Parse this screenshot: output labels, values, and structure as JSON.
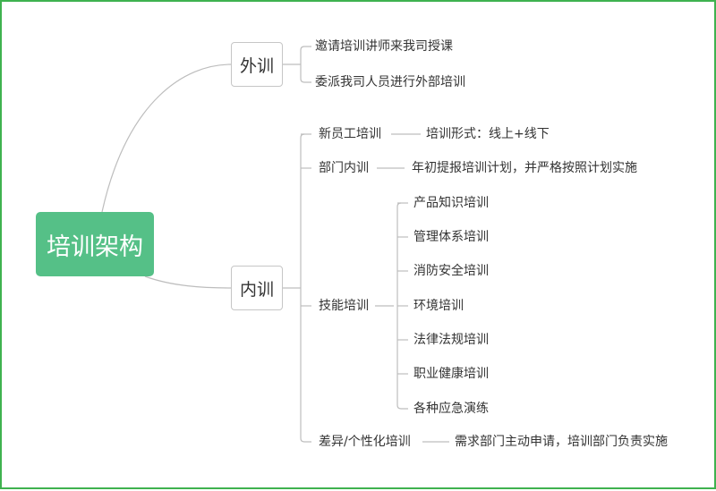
{
  "root": {
    "label": "培训架构"
  },
  "external": {
    "label": "外训",
    "items": [
      "邀请培训讲师来我司授课",
      "委派我司人员进行外部培训"
    ]
  },
  "internal": {
    "label": "内训",
    "new_staff": {
      "label": "新员工培训",
      "detail": "培训形式：线上+线下"
    },
    "dept": {
      "label": "部门内训",
      "detail": "年初提报培训计划，并严格按照计划实施"
    },
    "skills": {
      "label": "技能培训",
      "items": [
        "产品知识培训",
        "管理体系培训",
        "消防安全培训",
        "环境培训",
        "法律法规培训",
        "职业健康培训",
        "各种应急演练"
      ]
    },
    "custom": {
      "label": "差异/个性化培训",
      "detail": "需求部门主动申请，培训部门负责实施"
    }
  },
  "colors": {
    "root_fill": "#55c087",
    "frame": "#3fb24f",
    "connector": "#bdbdbd"
  }
}
